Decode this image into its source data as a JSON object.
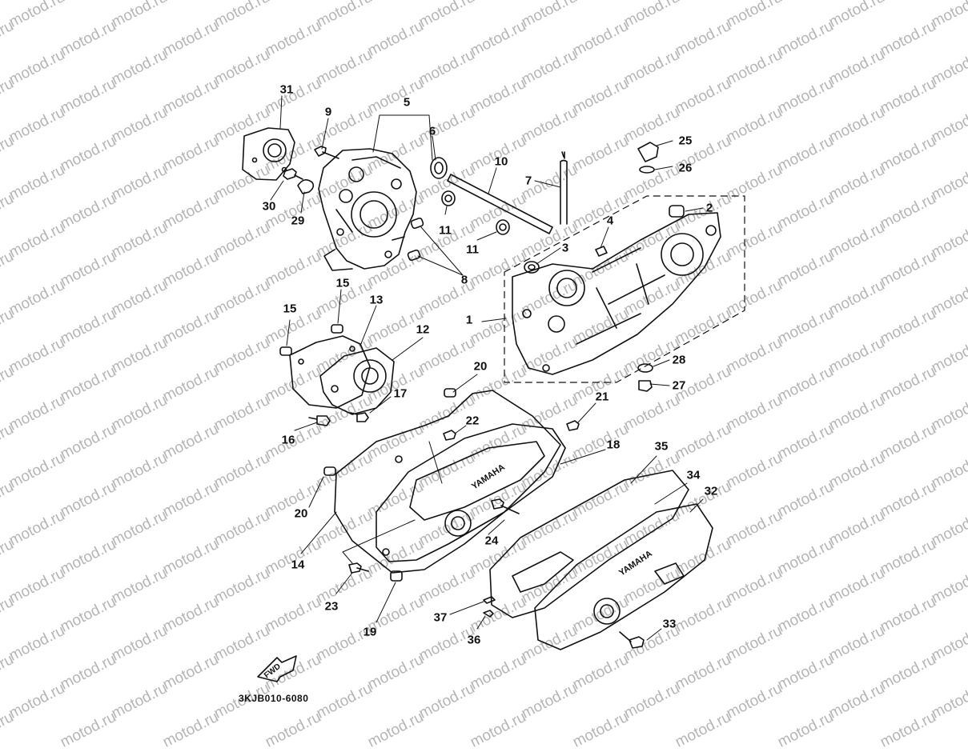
{
  "watermark": "motod.ru",
  "diagram_code": "3KJB010-6080",
  "direction_arrow": "FWD",
  "brand_marks": [
    "YAMAHA",
    "YAMAHA"
  ],
  "callouts": [
    "1",
    "2",
    "3",
    "4",
    "5",
    "6",
    "7",
    "8",
    "9",
    "10",
    "11",
    "11",
    "12",
    "13",
    "14",
    "15",
    "15",
    "16",
    "17",
    "18",
    "19",
    "20",
    "20",
    "21",
    "22",
    "23",
    "24",
    "25",
    "26",
    "27",
    "28",
    "29",
    "30",
    "31",
    "32",
    "33",
    "34",
    "35",
    "36",
    "37"
  ]
}
